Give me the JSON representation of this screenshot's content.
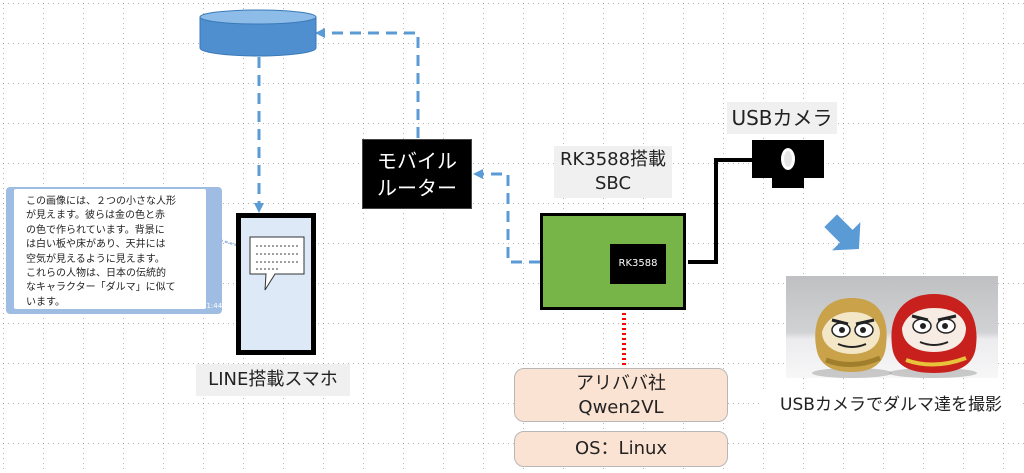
{
  "labels": {
    "usb_camera": "USBカメラ",
    "sbc": "RK3588搭載\nSBC",
    "router": "モバイル\nルーター",
    "chip": "RK3588",
    "phone": "LINE搭載スマホ",
    "qwen": "アリババ社\nQwen2VL",
    "os": "OS：Linux",
    "capture": "USBカメラでダルマ達を撮影"
  },
  "chat": {
    "message": "この画像には、２つの小さな人形\nが見えます。彼らは金の色と赤\nの色で作られています。背景に\nは白い板や床があり、天井には\n空気が見えるように見えます。\nこれらの人物は、日本の伝統的\nなキャラクター「ダルマ」に似て\nいます。",
    "time": "11:44"
  },
  "colors": {
    "arrow_blue": "#5b9bd5",
    "db_blue": "#4f8fcf",
    "sbc_green": "#78b548",
    "red_arrow": "#ff0000",
    "os_box": "#fbe3d3",
    "label_bg": "#f0f0f0"
  },
  "icons": [
    "database-icon",
    "camera-icon",
    "down-right-arrow-icon"
  ]
}
